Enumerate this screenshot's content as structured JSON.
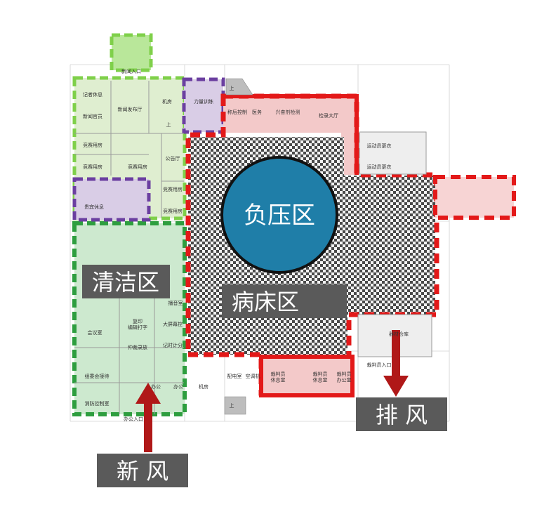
{
  "zones": {
    "clean": "清洁区",
    "negative": "负压区",
    "ward": "病床区"
  },
  "airflow": {
    "fresh": "新 风",
    "exhaust": "排 风"
  },
  "rooms": {
    "news_entrance": "新闻入口",
    "reporter_rest": "记者休息",
    "news_officer": "新闻官员",
    "press_hall": "新闻发布厅",
    "machine_room_1": "机房",
    "strength_training": "力量训练",
    "match_room_1": "竞赛用房",
    "match_room_2": "竞赛用房",
    "match_room_3": "竞赛用房",
    "match_room_4": "竞赛用房",
    "match_room_5": "竞赛用房",
    "toilet": "公告厅",
    "vip_rest": "贵宾休息",
    "weighing_room": "称后控制",
    "medical": "医务",
    "doping_test": "兴奋剂检测",
    "check_hall": "检录大厅",
    "athlete_locker_1": "运动员更衣",
    "athlete_locker_2": "运动员更衣",
    "broadcast": "播音室",
    "copy_print": "复印\n编辑打字",
    "meeting": "会议室",
    "arbitration": "仲裁录放",
    "big_screen": "大屏幕控",
    "timing": "记时计分",
    "org_reception": "组委会接待",
    "fire_control": "消防控制室",
    "office_1": "办公",
    "office_2": "办公",
    "office_entrance": "办公入口",
    "machine_room_2": "机房",
    "power_room": "配电室",
    "ac_room": "空调机",
    "referee_rest_1": "裁判员\n休息室",
    "referee_rest_2": "裁判员\n休息室",
    "referee_office": "裁判员\n办公室",
    "equipment": "器材仓库",
    "referee_entrance": "裁判员入口",
    "up_1": "上",
    "up_2": "上",
    "up_3": "上"
  },
  "colors": {
    "clean_green": "#2e9e3f",
    "light_green": "#7fd04a",
    "purple": "#6b3fa0",
    "red": "#e31919",
    "blue_circle": "#1f7ea8",
    "label_box": "#5a5a5a"
  }
}
